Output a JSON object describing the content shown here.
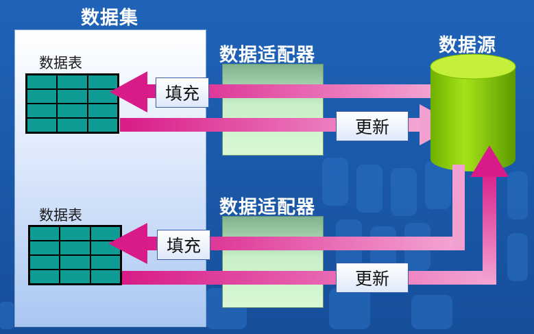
{
  "dataset": {
    "title": "数据集"
  },
  "datasource": {
    "title": "数据源"
  },
  "adapters": [
    {
      "title": "数据适配器"
    },
    {
      "title": "数据适配器"
    }
  ],
  "tables": [
    {
      "label": "数据表"
    },
    {
      "label": "数据表"
    }
  ],
  "flows": [
    {
      "fill_label": "填充",
      "update_label": "更新"
    },
    {
      "fill_label": "填充",
      "update_label": "更新"
    }
  ],
  "colors": {
    "background": "#1e5aa8",
    "arrow_pink": "#e0489e",
    "arrow_light": "#f2a0d0",
    "cylinder": "#8ed000",
    "table_cell": "#0e9c95"
  }
}
